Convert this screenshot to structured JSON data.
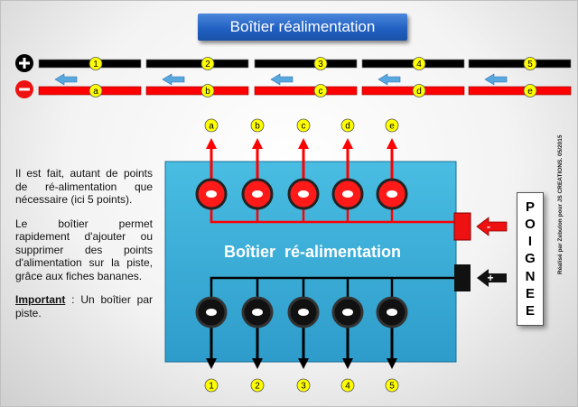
{
  "title": "Boîtier réalimentation",
  "box_label": "Boîtier  ré-alimentation",
  "rails": {
    "plus_labels": [
      "1",
      "2",
      "3",
      "4",
      "5"
    ],
    "minus_labels": [
      "a",
      "b",
      "c",
      "d",
      "e"
    ]
  },
  "top_outputs": [
    "a",
    "b",
    "c",
    "d",
    "e"
  ],
  "bottom_outputs": [
    "1",
    "2",
    "3",
    "4",
    "5"
  ],
  "description": {
    "p1": "Il est fait, autant de points de ré-alimentation que nécessaire (ici 5 points).",
    "p2": "Le boîtier permet rapidement d'ajouter ou supprimer des points d'alimentation sur la piste, grâce aux fiches bananes.",
    "important_label": "Important",
    "important_text": " : Un boîtier par piste."
  },
  "connector_signs": {
    "minus": "-",
    "plus": "+"
  },
  "poignee_letters": [
    "P",
    "O",
    "I",
    "G",
    "N",
    "E",
    "E"
  ],
  "credit": "Réalisé par Zebulon pour JS CREATIONS. 05/2015",
  "colors": {
    "red": "#ff0000",
    "black": "#000000",
    "box": "#3cb0d8",
    "arrow_blue": "#58a8e0",
    "label_yellow": "#ffff00"
  }
}
